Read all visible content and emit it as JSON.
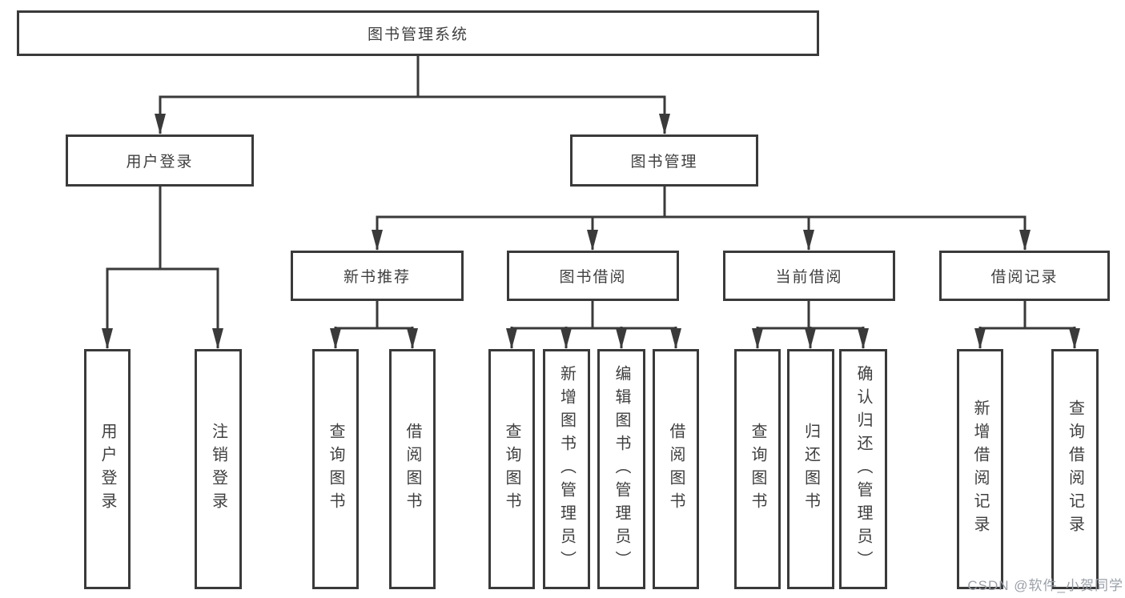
{
  "tree": {
    "root": {
      "label": "图书管理系统"
    },
    "branches": [
      {
        "label": "用户登录",
        "leaves": [
          {
            "label": "用户登录"
          },
          {
            "label": "注销登录"
          }
        ]
      },
      {
        "label": "图书管理",
        "groups": [
          {
            "label": "新书推荐",
            "leaves": [
              {
                "label": "查询图书"
              },
              {
                "label": "借阅图书"
              }
            ]
          },
          {
            "label": "图书借阅",
            "leaves": [
              {
                "label": "查询图书"
              },
              {
                "label": "新增图书（管理员）"
              },
              {
                "label": "编辑图书（管理员）"
              },
              {
                "label": "借阅图书"
              }
            ]
          },
          {
            "label": "当前借阅",
            "leaves": [
              {
                "label": "查询图书"
              },
              {
                "label": "归还图书"
              },
              {
                "label": "确认归还（管理员）"
              }
            ]
          },
          {
            "label": "借阅记录",
            "leaves": [
              {
                "label": "新增借阅记录"
              },
              {
                "label": "查询借阅记录"
              }
            ]
          }
        ]
      }
    ]
  },
  "watermark": {
    "text": "CSDN @软件_小贺同学"
  },
  "colors": {
    "line": "#3a3a3a",
    "box_border": "#3a3a3a",
    "text": "#3f3f3f",
    "watermark": "#9aa0a8",
    "background": "#ffffff"
  }
}
